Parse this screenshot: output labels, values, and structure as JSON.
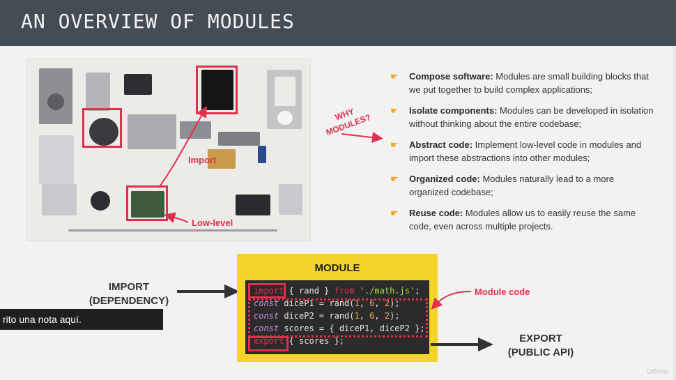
{
  "header": {
    "title": "AN OVERVIEW OF MODULES"
  },
  "photo": {
    "import_label": "Import",
    "lowlevel_label": "Low-level"
  },
  "why_modules": {
    "line1": "WHY",
    "line2": "MODULES?"
  },
  "bullets": [
    {
      "title": "Compose software:",
      "text": " Modules are small building blocks that we put together to build complex applications;"
    },
    {
      "title": "Isolate components:",
      "text": " Modules can be developed in isolation without thinking about the entire codebase;"
    },
    {
      "title": "Abstract code:",
      "text": " Implement low-level code in modules and import these abstractions into other modules;"
    },
    {
      "title": "Organized code:",
      "text": " Modules naturally lead to a more organized codebase;"
    },
    {
      "title": "Reuse code:",
      "text": " Modules allow us to easily reuse the same code, even across multiple projects."
    }
  ],
  "diagram": {
    "module_title": "MODULE",
    "import_label_1": "IMPORT",
    "import_label_2": "(DEPENDENCY)",
    "export_label_1": "EXPORT",
    "export_label_2": "(PUBLIC API)",
    "module_code_label": "Module code",
    "code": {
      "l1_kw": "import",
      "l1_a": " { rand } ",
      "l1_from": "from",
      "l1_str": " './math.js'",
      "l1_end": ";",
      "l2_kw": "const",
      "l2_a": " diceP1 = rand(",
      "l2_n1": "1",
      "l2_c1": ", ",
      "l2_n2": "6",
      "l2_c2": ", ",
      "l2_n3": "2",
      "l2_end": ");",
      "l3_kw": "const",
      "l3_a": " diceP2 = rand(",
      "l3_n1": "1",
      "l3_c1": ", ",
      "l3_n2": "6",
      "l3_c2": ", ",
      "l3_n3": "2",
      "l3_end": ");",
      "l4_kw": "const",
      "l4_a": " scores = { diceP1, diceP2 }",
      "l4_end": ";",
      "l5_kw": "export",
      "l5_a": " { scores };"
    }
  },
  "caption": {
    "text": "rito una nota aquí."
  },
  "watermark": {
    "text": "Udemy"
  },
  "colors": {
    "accent": "#e0304e",
    "header_bg": "#454d54",
    "module_bg": "#f5d42a",
    "bullet_icon": "#f2a81d"
  },
  "icons": {
    "bullet": "pointing-hand-icon"
  }
}
